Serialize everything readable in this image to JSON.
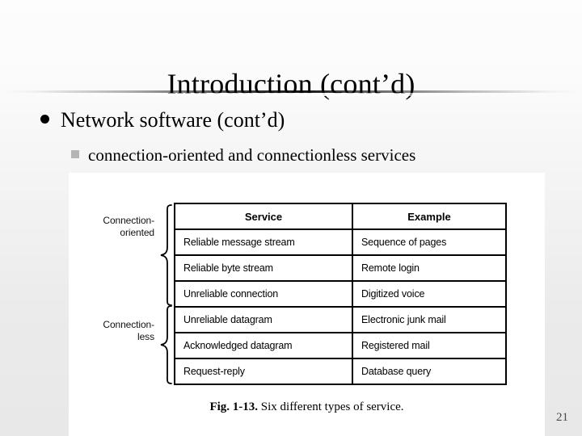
{
  "slide": {
    "title": "Introduction (cont’d)",
    "page_number": "21",
    "bullets": {
      "level1": "Network software (cont’d)",
      "level2": "connection-oriented and connectionless services"
    },
    "icons": {
      "disc_bullet": "disc-bullet-icon",
      "square_bullet": "square-bullet-icon"
    }
  },
  "figure": {
    "caption_bold": "Fig. 1-13.",
    "caption_rest": " Six different types of service.",
    "group_labels": {
      "connection_oriented": "Connection-\noriented",
      "connection_oriented_line1": "Connection-",
      "connection_oriented_line2": "oriented",
      "connectionless_line1": "Connection-",
      "connectionless_line2": "less"
    },
    "table": {
      "headers": [
        "Service",
        "Example"
      ],
      "rows": [
        {
          "service": "Reliable message stream",
          "example": "Sequence of pages",
          "group": "connection-oriented"
        },
        {
          "service": "Reliable byte stream",
          "example": "Remote login",
          "group": "connection-oriented"
        },
        {
          "service": "Unreliable connection",
          "example": "Digitized voice",
          "group": "connection-oriented"
        },
        {
          "service": "Unreliable datagram",
          "example": "Electronic junk mail",
          "group": "connectionless"
        },
        {
          "service": "Acknowledged datagram",
          "example": "Registered mail",
          "group": "connectionless"
        },
        {
          "service": "Request-reply",
          "example": "Database query",
          "group": "connectionless"
        }
      ]
    }
  },
  "colors": {
    "text": "#000000",
    "slide_bg_top": "#fdfdfd",
    "slide_bg_bottom": "#e8e8e8",
    "figure_bg": "#ffffff",
    "square_bullet": "#b5b5b5",
    "page_number": "#4a4a4a"
  }
}
